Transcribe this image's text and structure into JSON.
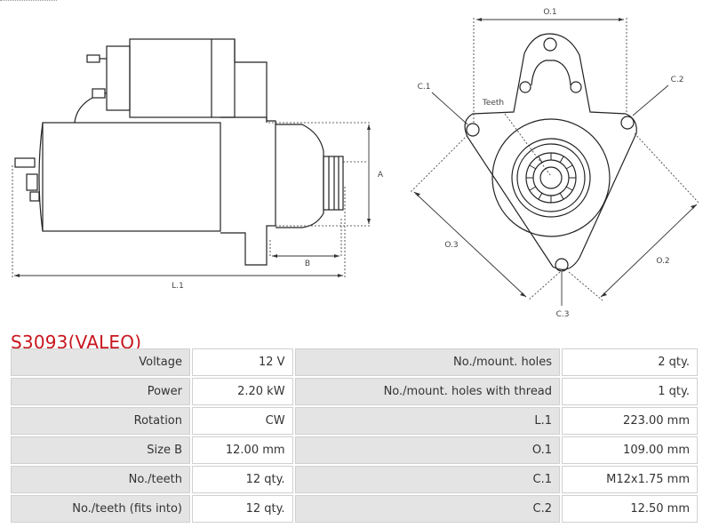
{
  "product": {
    "title": "S3093(VALEO)"
  },
  "drawing": {
    "labels": {
      "L1": "L.1",
      "A": "A",
      "B": "B",
      "O1": "O.1",
      "O2": "O.2",
      "O3": "O.3",
      "C1": "C.1",
      "C2": "C.2",
      "C3": "C.3",
      "teeth": "Teeth"
    }
  },
  "specs": {
    "rows": [
      {
        "label_a": "Voltage",
        "value_a": "12 V",
        "label_b": "No./mount. holes",
        "value_b": "2 qty."
      },
      {
        "label_a": "Power",
        "value_a": "2.20 kW",
        "label_b": "No./mount. holes with thread",
        "value_b": "1 qty."
      },
      {
        "label_a": "Rotation",
        "value_a": "CW",
        "label_b": "L.1",
        "value_b": "223.00 mm"
      },
      {
        "label_a": "Size B",
        "value_a": "12.00 mm",
        "label_b": "O.1",
        "value_b": "109.00 mm"
      },
      {
        "label_a": "No./teeth",
        "value_a": "12 qty.",
        "label_b": "C.1",
        "value_b": "M12x1.75 mm"
      },
      {
        "label_a": "No./teeth (fits into)",
        "value_a": "12 qty.",
        "label_b": "C.2",
        "value_b": "12.50 mm"
      }
    ]
  }
}
